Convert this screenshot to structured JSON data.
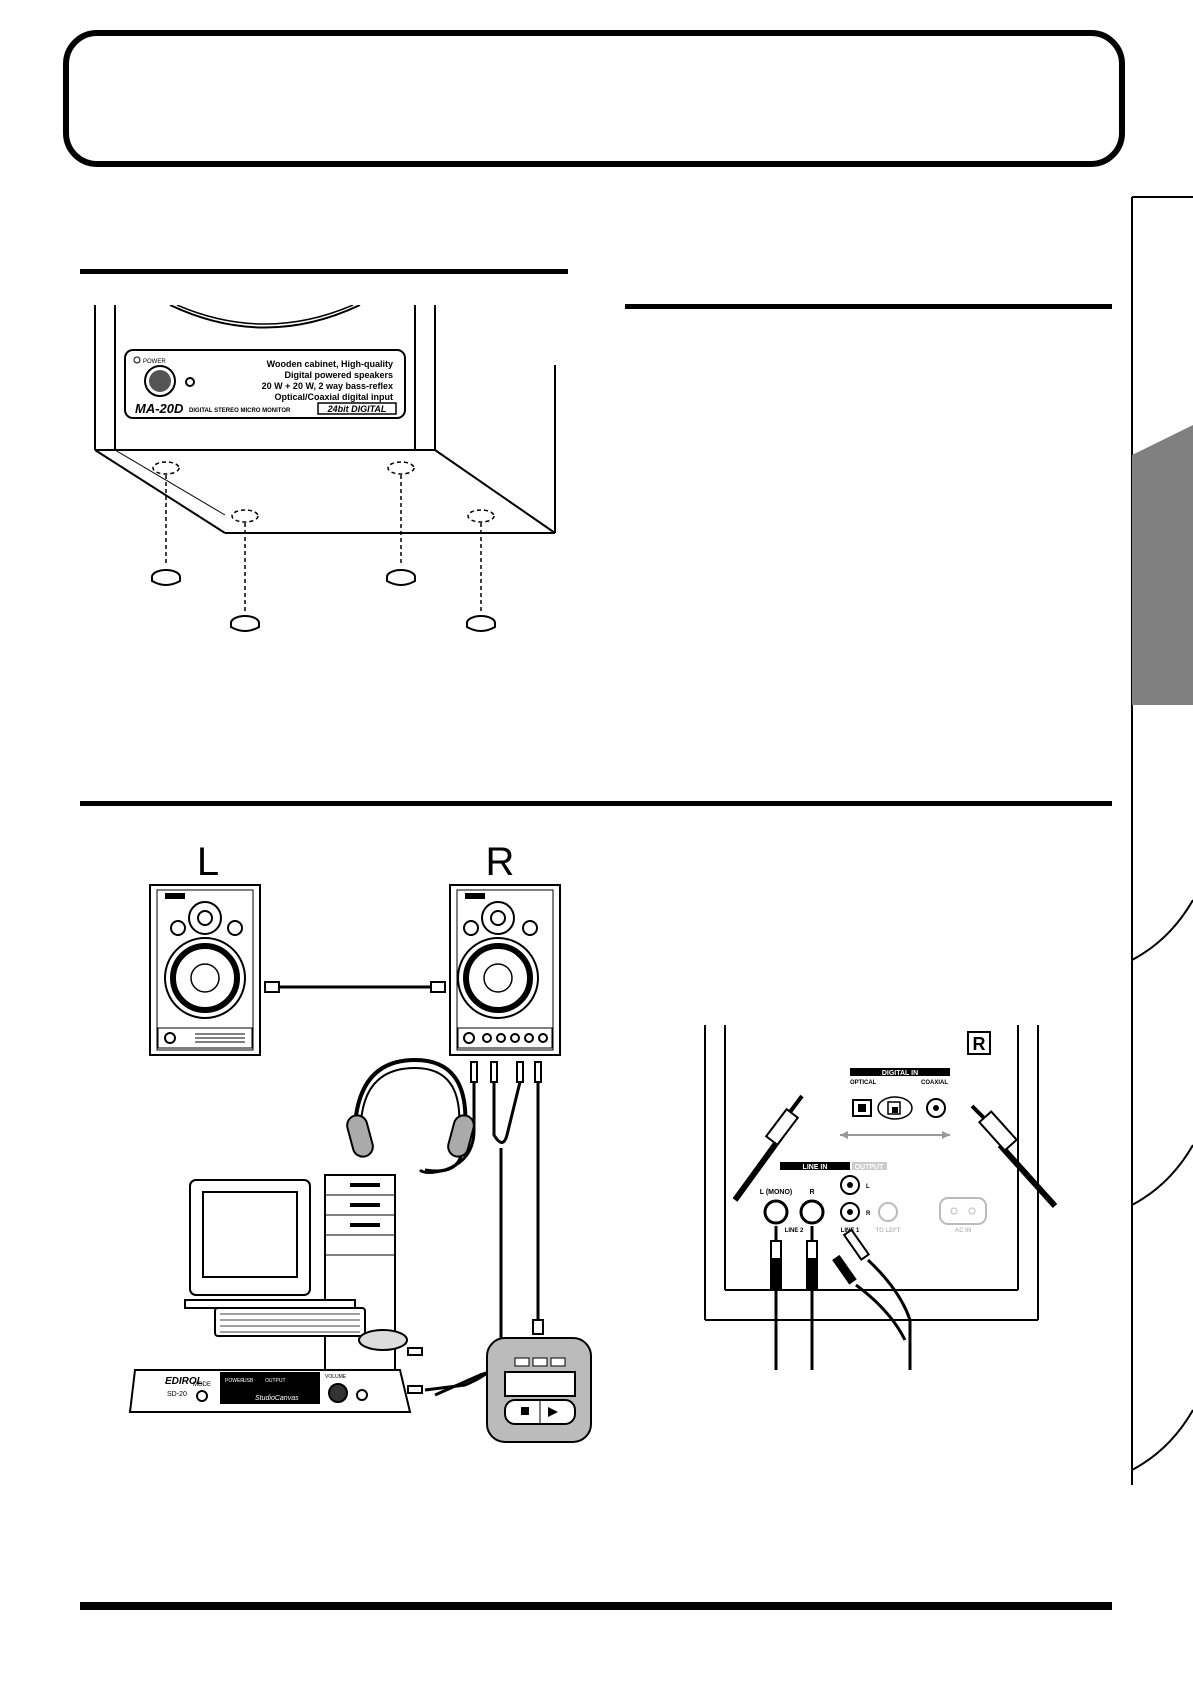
{
  "page": {
    "right_tab_color": "#808080"
  },
  "feet_figure": {
    "panel": {
      "power_label": "POWER",
      "spec_line_1": "Wooden cabinet, High-quality",
      "spec_line_2": "Digital powered speakers",
      "spec_line_3": "20 W + 20 W, 2 way bass-reflex",
      "spec_line_4": "Optical/Coaxial digital input",
      "model_name": "MA-20D",
      "model_subtitle": "DIGITAL STEREO MICRO MONITOR",
      "badge": "24bit DIGITAL"
    }
  },
  "connection_figure": {
    "left_label": "L",
    "right_label": "R",
    "sd20": {
      "brand": "EDIROL",
      "model": "SD-20",
      "mode": "MODE",
      "power": "POWER",
      "usb": "USB",
      "output": "OUTPUT",
      "volume": "VOLUME",
      "canvas": "StudioCanvas"
    }
  },
  "rear_panel": {
    "badge": "R",
    "digital_in": "DIGITAL IN",
    "optical": "OPTICAL",
    "coaxial": "COAXIAL",
    "line_in": "LINE IN",
    "output": "OUTPUT",
    "l_mono": "L (MONO)",
    "r": "R",
    "line2": "LINE 2",
    "line1": "LINE 1",
    "l": "L",
    "r2": "R",
    "to_left": "TO LEFT",
    "ac_in": "AC IN"
  }
}
